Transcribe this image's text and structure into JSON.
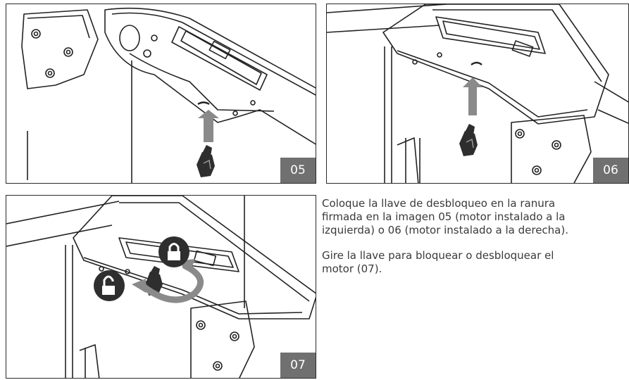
{
  "panels": [
    {
      "badge": "05"
    },
    {
      "badge": "06"
    },
    {
      "badge": "07"
    }
  ],
  "instructions": {
    "line1": "Coloque la llave de desbloqueo en la ranura",
    "line2": "firmada en la imagen 05 (motor instalado a la",
    "line3": "izquierda) o 06 (motor instalado a la derecha).",
    "line4": "Gire la llave para bloquear o desbloquear el",
    "line5": "motor (07)."
  },
  "colors": {
    "badge_bg": "#707070",
    "badge_text": "#ffffff",
    "arrow": "#8a8a8a",
    "key": "#333333",
    "text": "#3a3a3a"
  },
  "icons": [
    "lock-closed-icon",
    "lock-open-icon",
    "unlock-key-icon",
    "up-arrow-icon",
    "rotate-arrow-icon"
  ]
}
